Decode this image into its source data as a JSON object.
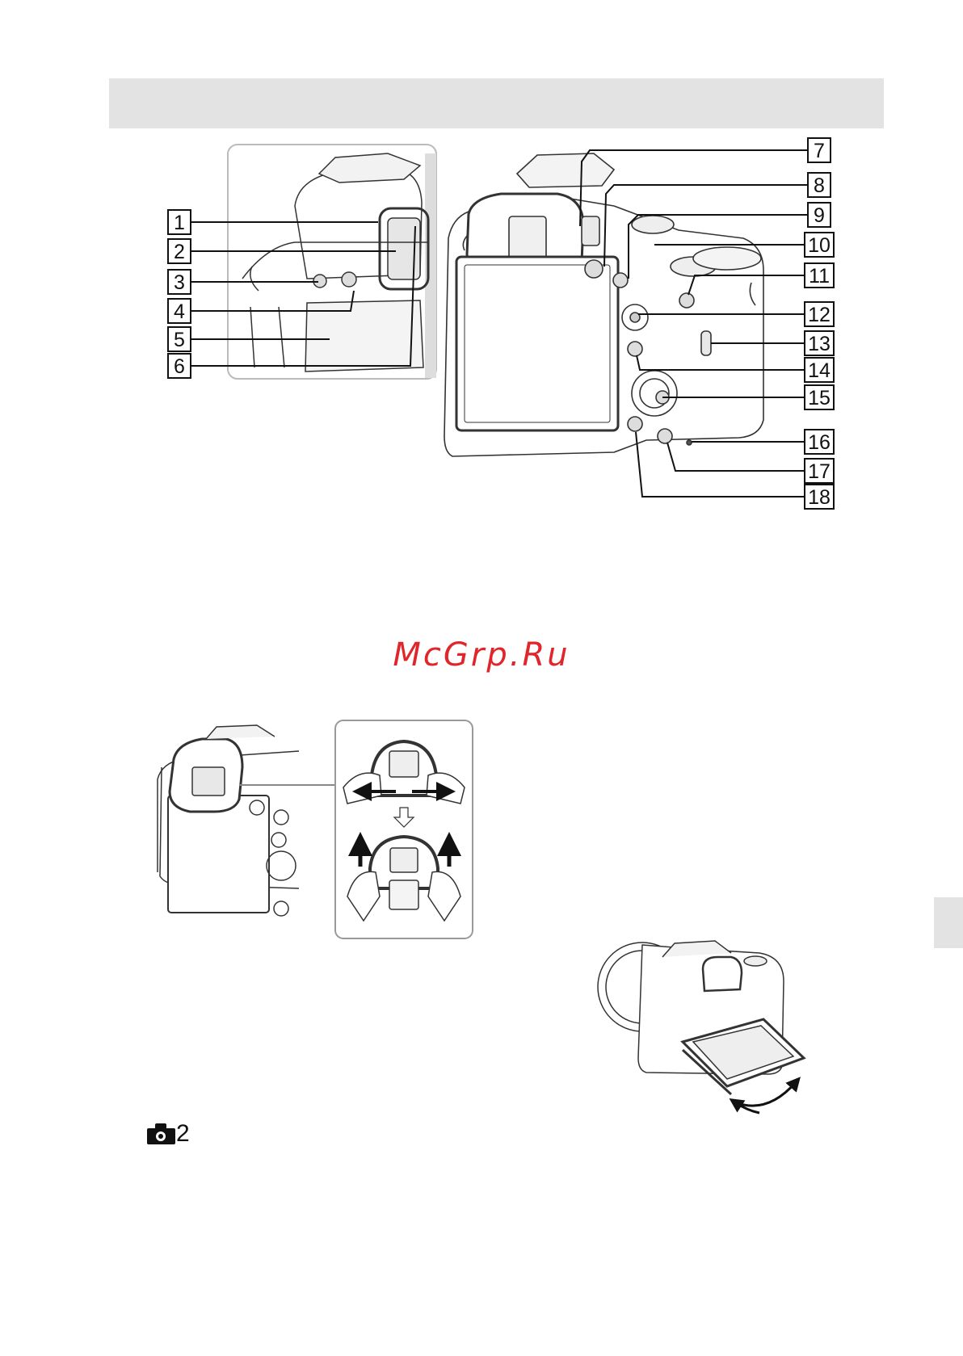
{
  "watermark": "McGrp.Ru",
  "callouts": [
    "1",
    "2",
    "3",
    "4",
    "5",
    "6",
    "7",
    "8",
    "9",
    "10",
    "11",
    "12",
    "13",
    "14",
    "15",
    "16",
    "17",
    "18"
  ],
  "mode_label": {
    "icon": "camera-icon",
    "number": "2"
  }
}
